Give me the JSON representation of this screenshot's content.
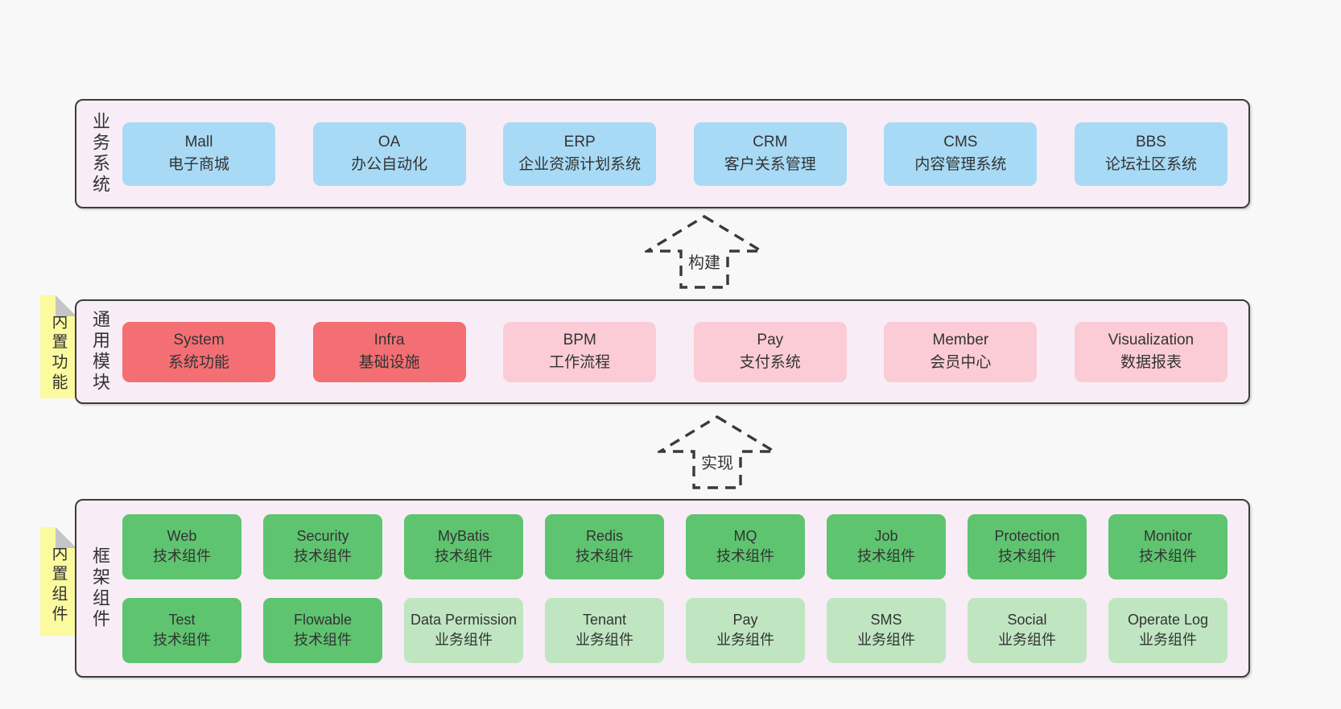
{
  "colors": {
    "page_bg": "#f8f8f8",
    "container_bg": "#f8edf6",
    "container_border": "#3c3c3c",
    "box_blue": "#a8daf5",
    "box_red": "#f46f74",
    "box_pink": "#fbccd5",
    "box_green_dark": "#5fc470",
    "box_green_light": "#bfe6c1",
    "tag_yellow": "#fbfa9e",
    "tag_fold_gray": "#c5c5c5",
    "text": "#333333"
  },
  "arrows": [
    {
      "label": "构建"
    },
    {
      "label": "实现"
    }
  ],
  "layers": [
    {
      "label": "业务系统",
      "boxes": [
        {
          "name": "Mall",
          "desc": "电子商城"
        },
        {
          "name": "OA",
          "desc": "办公自动化"
        },
        {
          "name": "ERP",
          "desc": "企业资源计划系统"
        },
        {
          "name": "CRM",
          "desc": "客户关系管理"
        },
        {
          "name": "CMS",
          "desc": "内容管理系统"
        },
        {
          "name": "BBS",
          "desc": "论坛社区系统"
        }
      ]
    },
    {
      "label": "通用模块",
      "tag": "内置功能",
      "boxes": [
        {
          "name": "System",
          "desc": "系统功能"
        },
        {
          "name": "Infra",
          "desc": "基础设施"
        },
        {
          "name": "BPM",
          "desc": "工作流程"
        },
        {
          "name": "Pay",
          "desc": "支付系统"
        },
        {
          "name": "Member",
          "desc": "会员中心"
        },
        {
          "name": "Visualization",
          "desc": "数据报表"
        }
      ]
    },
    {
      "label": "框架组件",
      "tag": "内置组件",
      "rows": [
        [
          {
            "name": "Web",
            "desc": "技术组件"
          },
          {
            "name": "Security",
            "desc": "技术组件"
          },
          {
            "name": "MyBatis",
            "desc": "技术组件"
          },
          {
            "name": "Redis",
            "desc": "技术组件"
          },
          {
            "name": "MQ",
            "desc": "技术组件"
          },
          {
            "name": "Job",
            "desc": "技术组件"
          },
          {
            "name": "Protection",
            "desc": "技术组件"
          },
          {
            "name": "Monitor",
            "desc": "技术组件"
          }
        ],
        [
          {
            "name": "Test",
            "desc": "技术组件"
          },
          {
            "name": "Flowable",
            "desc": "技术组件"
          },
          {
            "name": "Data Permission",
            "desc": "业务组件"
          },
          {
            "name": "Tenant",
            "desc": "业务组件"
          },
          {
            "name": "Pay",
            "desc": "业务组件"
          },
          {
            "name": "SMS",
            "desc": "业务组件"
          },
          {
            "name": "Social",
            "desc": "业务组件"
          },
          {
            "name": "Operate Log",
            "desc": "业务组件"
          }
        ]
      ]
    }
  ]
}
